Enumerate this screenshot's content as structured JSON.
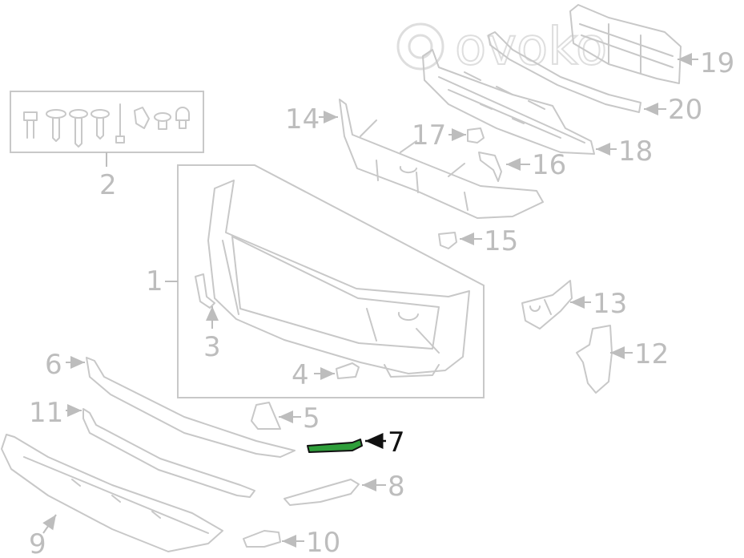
{
  "diagram": {
    "watermark": "ovoko",
    "highlighted_part": "7",
    "highlight_color": "#2e9e3a",
    "accent_color": "#111111",
    "muted_color": "#bdbdbd",
    "callouts": {
      "c1": "1",
      "c2": "2",
      "c3": "3",
      "c4": "4",
      "c5": "5",
      "c6": "6",
      "c7": "7",
      "c8": "8",
      "c9": "9",
      "c10": "10",
      "c11": "11",
      "c12": "12",
      "c13": "13",
      "c14": "14",
      "c15": "15",
      "c16": "16",
      "c17": "17",
      "c18": "18",
      "c19": "19",
      "c20": "20"
    }
  }
}
